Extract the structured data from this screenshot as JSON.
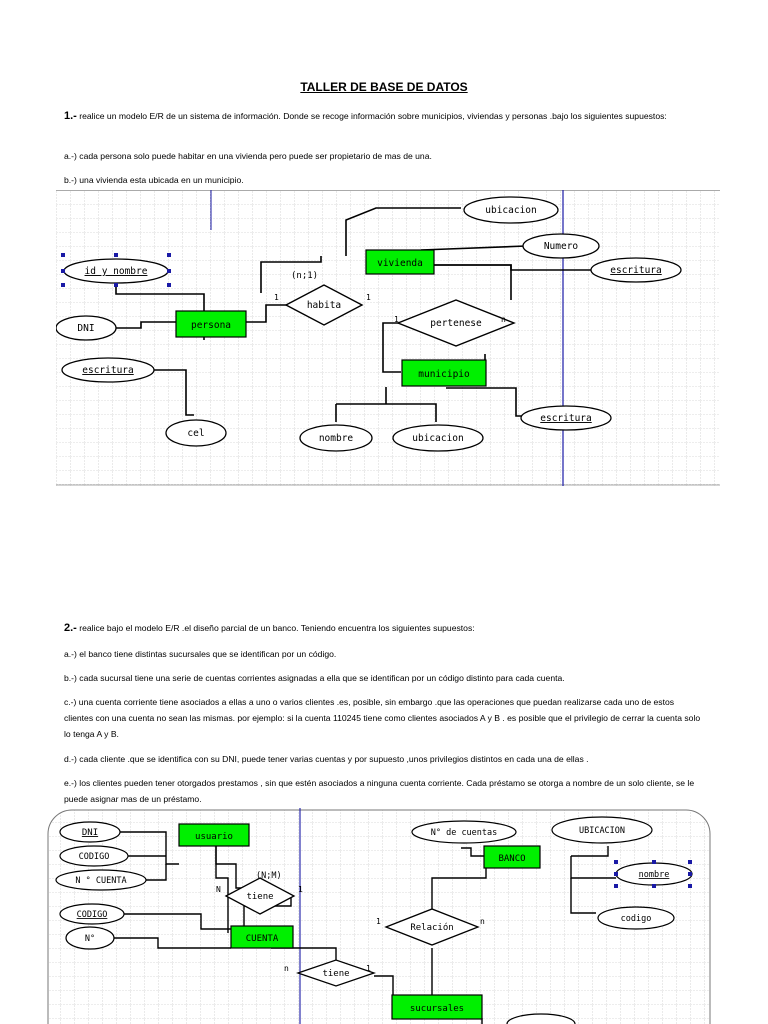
{
  "title": "TALLER DE BASE DE DATOS",
  "section1": {
    "number": "1.-",
    "intro": " realice un modelo E/R de un sistema de información. Donde se recoge información sobre municipios, viviendas y personas .bajo los siguientes supuestos:",
    "a": "a.-) cada persona solo puede habitar en una vivienda pero puede ser propietario de mas de una.",
    "b": "b.-) una vivienda esta ubicada en un municipio."
  },
  "diagram1": {
    "entities": {
      "vivienda": "vivienda",
      "persona": "persona",
      "municipio": "municipio"
    },
    "relations": {
      "habita": "habita",
      "pertenese": "pertenese"
    },
    "attributes": {
      "ubicacion_top": "ubicacion",
      "numero": "Numero",
      "escritura_right": "escritura",
      "id_nombre": "id y nombre",
      "dni": "DNI",
      "escritura_left": "escritura",
      "cel": "cel",
      "nombre": "nombre",
      "ubicacion_bottom": "ubicacion",
      "escritura_mun": "escritura"
    },
    "cardinalities": {
      "nl": "(n;1)",
      "one_a": "1",
      "one_b": "1",
      "one_c": "1",
      "n": "n"
    }
  },
  "section2": {
    "number": "2.-",
    "intro": " realice bajo el modelo E/R .el diseño parcial de un banco. Teniendo encuentra los siguientes supuestos:",
    "a": "a.-) el banco tiene distintas sucursales  que se identifican por un  código.",
    "b": "b.-) cada sucursal tiene una serie de cuentas corrientes asignadas  a ella que se identifican por un código distinto para cada cuenta.",
    "c": "c.-) una cuenta corriente tiene asociados a ellas  a uno o  varios  clientes .es, posible, sin embargo .que las operaciones que puedan realizarse cada uno de estos clientes  con una cuenta  no sean las mismas. por ejemplo: si la cuenta 110245 tiene como clientes asociados  A y B . es posible que el privilegio  de cerrar la cuenta solo lo tenga A y B.",
    "d": "d.-) cada cliente .que se identifica con su  DNI, puede tener varias cuentas y por supuesto ,unos privilegios distintos en cada una de ellas .",
    "e": "e.-) los clientes pueden  tener otorgados prestamos , sin que estén asociados  a ninguna cuenta corriente. Cada préstamo se otorga a nombre de un solo cliente, se le puede asignar mas de un préstamo."
  },
  "diagram2": {
    "entities": {
      "usuario": "usuario",
      "cuenta": "CUENTA",
      "banco": "BANCO",
      "sucursales": "sucursales"
    },
    "relations": {
      "tiene_top": "tiene",
      "relacion": "Relación",
      "tiene_bottom": "tiene"
    },
    "attributes": {
      "dni": "DNI",
      "codigo_left": "CODIGO",
      "n_cuenta": "N ° CUENTA",
      "codigo_u": "CODIGO",
      "n_grado": "N°",
      "n_cuentas": "N° de cuentas",
      "ubicacion": "UBICACION",
      "nombre": "nombre",
      "codigo_right": "codigo"
    },
    "cardinalities": {
      "nm": "(N;M)",
      "N": "N",
      "one_a": "1",
      "one_b": "1",
      "n_a": "n",
      "n_b": "n",
      "one_c": "1"
    }
  }
}
